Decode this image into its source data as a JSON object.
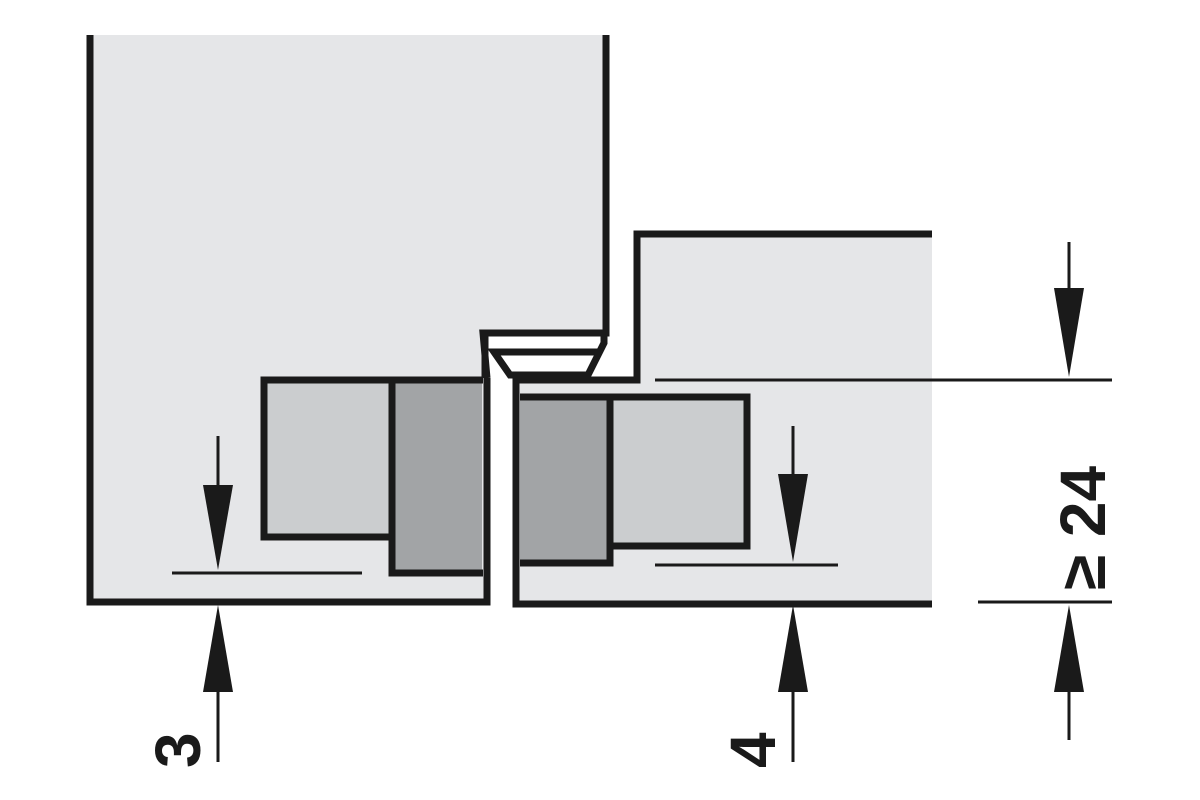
{
  "dimensions": {
    "left_offset": "3",
    "right_offset": "4",
    "min_thickness": "≥ 24"
  },
  "colors": {
    "panel_fill": "#e5e6e8",
    "hinge_light": "#cbcdcf",
    "hinge_dark": "#a2a4a6",
    "line": "#1a1a1a"
  }
}
